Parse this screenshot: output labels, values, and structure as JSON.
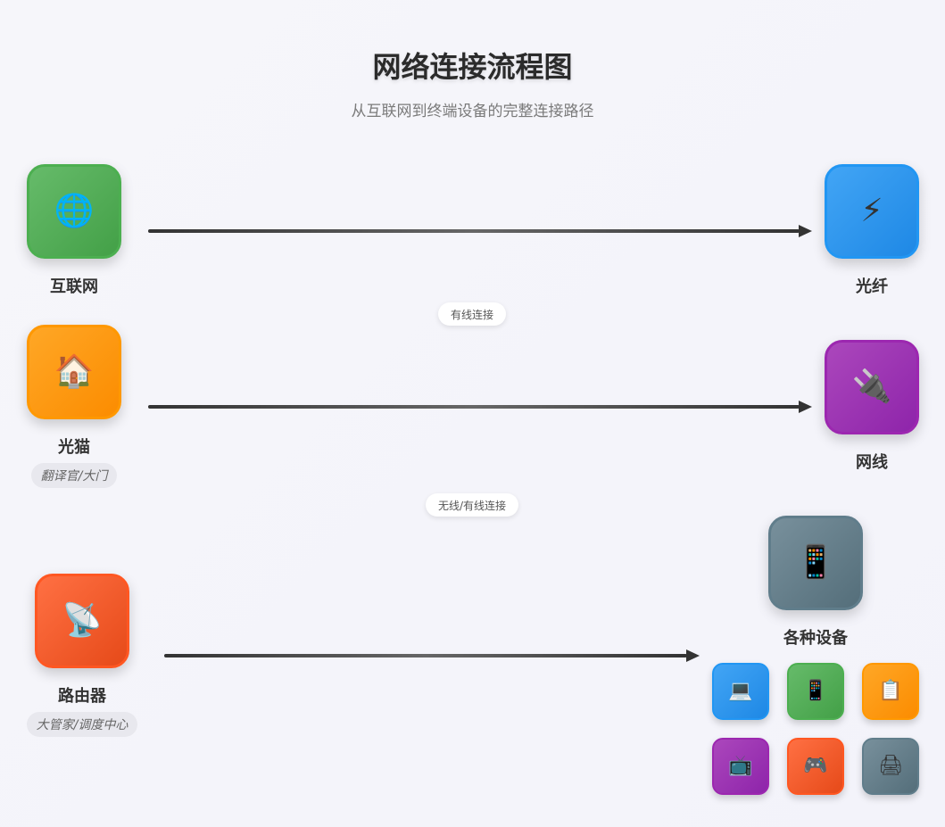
{
  "header": {
    "title": "网络连接流程图",
    "subtitle": "从互联网到终端设备的完整连接路径"
  },
  "nodes": {
    "internet": {
      "label": "互联网",
      "icon": "globe-icon",
      "glyph": "🌐",
      "color": "#4caf50"
    },
    "fiber": {
      "label": "光纤",
      "icon": "lightning-icon",
      "glyph": "⚡",
      "color": "#2196f3"
    },
    "modem": {
      "label": "光猫",
      "tag": "翻译官/大门",
      "icon": "house-icon",
      "glyph": "🏠",
      "color": "#ff9800"
    },
    "cable": {
      "label": "网线",
      "icon": "plug-icon",
      "glyph": "🔌",
      "color": "#9c27b0"
    },
    "router": {
      "label": "路由器",
      "tag": "大管家/调度中心",
      "icon": "satellite-dish-icon",
      "glyph": "📡",
      "color": "#ff5722"
    },
    "devices": {
      "label": "各种设备",
      "icon": "mobile-phone-icon",
      "glyph": "📱",
      "color": "#607d8b"
    }
  },
  "connections": {
    "wired": "有线连接",
    "wireless_or_wired": "无线/有线连接"
  },
  "device_grid": [
    {
      "icon": "laptop-icon",
      "glyph": "💻",
      "color": "#2196f3"
    },
    {
      "icon": "mobile-phone-icon",
      "glyph": "📱",
      "color": "#4caf50"
    },
    {
      "icon": "clipboard-icon",
      "glyph": "📋",
      "color": "#ff9800"
    },
    {
      "icon": "television-icon",
      "glyph": "📺",
      "color": "#9c27b0"
    },
    {
      "icon": "game-controller-icon",
      "glyph": "🎮",
      "color": "#ff5722"
    },
    {
      "icon": "printer-icon",
      "glyph": "🖨",
      "color": "#607d8b"
    }
  ]
}
